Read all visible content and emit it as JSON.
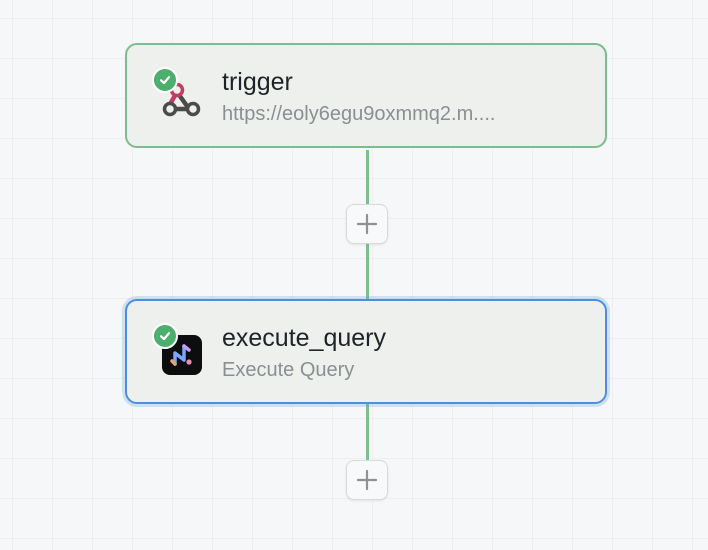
{
  "workflow": {
    "nodes": [
      {
        "title": "trigger",
        "subtitle": "https://eoly6egu9oxmmq2.m....",
        "icon": "webhook-icon",
        "status": "success",
        "border_color": "#7bbd8d"
      },
      {
        "title": "execute_query",
        "subtitle": "Execute Query",
        "icon": "query-app-icon",
        "status": "success",
        "border_color": "#4a90e2",
        "selected": true
      }
    ],
    "add_buttons": [
      {
        "label": "+",
        "icon": "plus-icon"
      },
      {
        "label": "+",
        "icon": "plus-icon"
      }
    ],
    "connector_color": "#7fbf8f",
    "status_color": "#4caf6e"
  }
}
